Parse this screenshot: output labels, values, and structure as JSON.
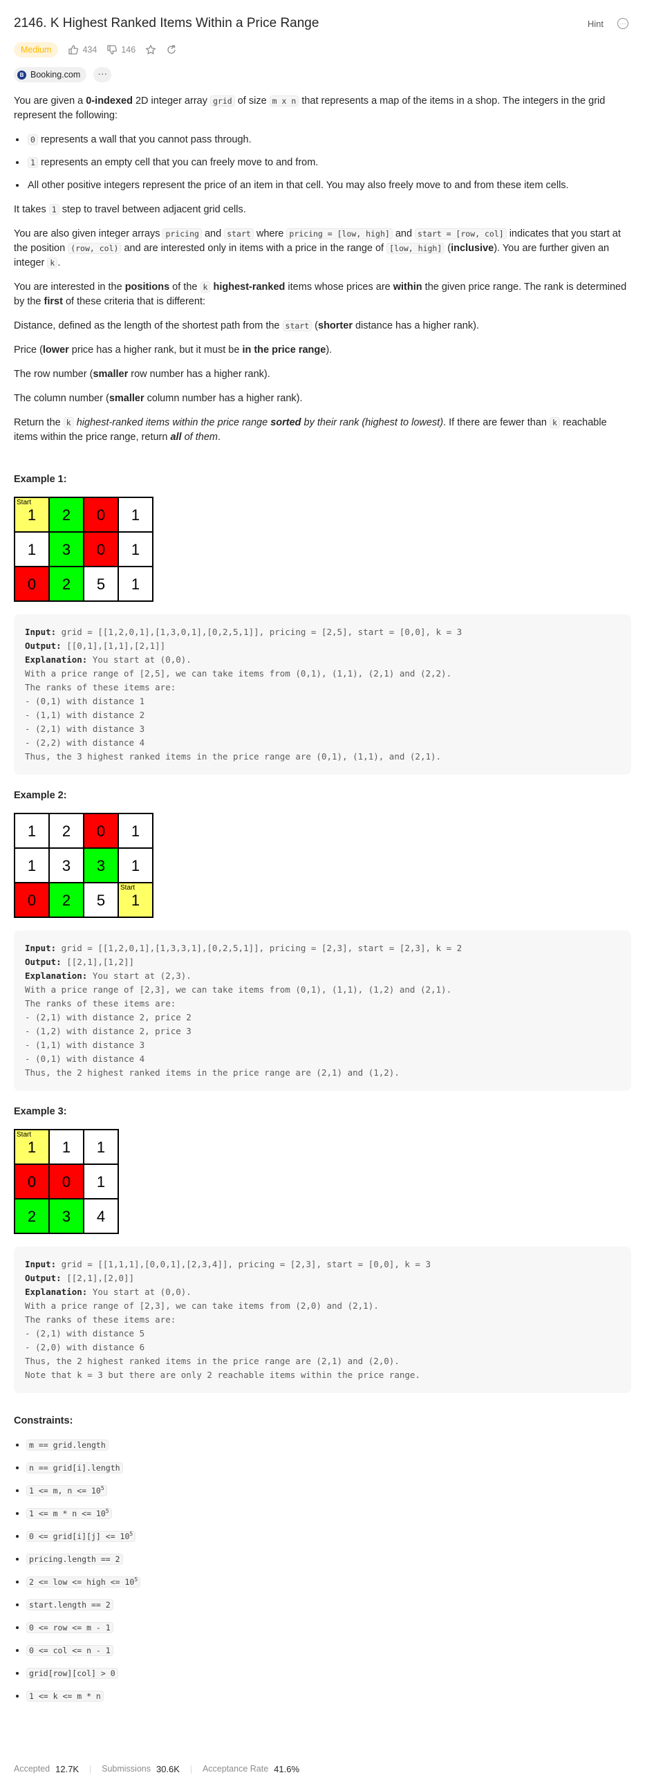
{
  "problem": {
    "title": "2146. K Highest Ranked Items Within a Price Range",
    "hint_label": "Hint",
    "difficulty": "Medium",
    "likes": "434",
    "dislikes": "146",
    "company": "Booking.com",
    "company_logo_letter": "B",
    "more_label": "···"
  },
  "description": {
    "intro": [
      "You are given a ",
      "0-indexed",
      " 2D integer array ",
      "grid",
      " of size ",
      "m x n",
      " that represents a map of the items in a shop. The integers in the grid represent the following:"
    ],
    "bullets": [
      {
        "code": "0",
        "text": " represents a wall that you cannot pass through."
      },
      {
        "code": "1",
        "text": " represents an empty cell that you can freely move to and from."
      },
      {
        "code": "",
        "text": "All other positive integers represent the price of an item in that cell. You may also freely move to and from these item cells."
      }
    ],
    "step": [
      "It takes ",
      "1",
      " step to travel between adjacent grid cells."
    ],
    "p2": [
      "You are also given integer arrays ",
      "pricing",
      " and ",
      "start",
      " where ",
      "pricing = [low, high]",
      " and ",
      "start = [row, col]",
      " indicates that you start at the position ",
      "(row, col)",
      " and are interested only in items with a price in the range of ",
      "[low, high]",
      " (",
      "inclusive",
      "). You are further given an integer ",
      "k",
      "."
    ],
    "p3": [
      "You are interested in the ",
      "positions",
      " of the ",
      "k",
      " ",
      "highest-ranked",
      " items whose prices are ",
      "within",
      " the given price range. The rank is determined by the ",
      "first",
      " of these criteria that is different:"
    ],
    "c1": [
      "Distance, defined as the length of the shortest path from the ",
      "start",
      " (",
      "shorter",
      " distance has a higher rank)."
    ],
    "c2": [
      "Price (",
      "lower",
      " price has a higher rank, but it must be ",
      "in the price range",
      ")."
    ],
    "c3": [
      "The row number (",
      "smaller",
      " row number has a higher rank)."
    ],
    "c4": [
      "The column number (",
      "smaller",
      " column number has a higher rank)."
    ],
    "ret": [
      "Return the ",
      "k",
      " ",
      "highest-ranked items within the price range ",
      "sorted",
      " by their rank (highest to lowest)",
      ". If there are fewer than ",
      "k",
      " reachable items within the price range, return ",
      "all",
      " of them",
      "."
    ]
  },
  "examples": [
    {
      "title": "Example 1:",
      "start_label": "Start",
      "grid": [
        [
          "1",
          "2",
          "0",
          "1"
        ],
        [
          "1",
          "3",
          "0",
          "1"
        ],
        [
          "0",
          "2",
          "5",
          "1"
        ]
      ],
      "colors": [
        [
          "y",
          "g",
          "r",
          "w"
        ],
        [
          "w",
          "g",
          "r",
          "w"
        ],
        [
          "r",
          "g",
          "w",
          "w"
        ]
      ],
      "start_cell": [
        0,
        0
      ],
      "input_label": "Input:",
      "input": " grid = [[1,2,0,1],[1,3,0,1],[0,2,5,1]], pricing = [2,5], start = [0,0], k = 3",
      "output_label": "Output:",
      "output": " [[0,1],[1,1],[2,1]]",
      "explanation_label": "Explanation:",
      "explanation": " You start at (0,0).\nWith a price range of [2,5], we can take items from (0,1), (1,1), (2,1) and (2,2).\nThe ranks of these items are:\n- (0,1) with distance 1\n- (1,1) with distance 2\n- (2,1) with distance 3\n- (2,2) with distance 4\nThus, the 3 highest ranked items in the price range are (0,1), (1,1), and (2,1)."
    },
    {
      "title": "Example 2:",
      "start_label": "Start",
      "grid": [
        [
          "1",
          "2",
          "0",
          "1"
        ],
        [
          "1",
          "3",
          "3",
          "1"
        ],
        [
          "0",
          "2",
          "5",
          "1"
        ]
      ],
      "colors": [
        [
          "w",
          "w",
          "r",
          "w"
        ],
        [
          "w",
          "w",
          "g",
          "w"
        ],
        [
          "r",
          "g",
          "w",
          "y"
        ]
      ],
      "start_cell": [
        2,
        3
      ],
      "input_label": "Input:",
      "input": " grid = [[1,2,0,1],[1,3,3,1],[0,2,5,1]], pricing = [2,3], start = [2,3], k = 2",
      "output_label": "Output:",
      "output": " [[2,1],[1,2]]",
      "explanation_label": "Explanation:",
      "explanation": " You start at (2,3).\nWith a price range of [2,3], we can take items from (0,1), (1,1), (1,2) and (2,1).\nThe ranks of these items are:\n- (2,1) with distance 2, price 2\n- (1,2) with distance 2, price 3\n- (1,1) with distance 3\n- (0,1) with distance 4\nThus, the 2 highest ranked items in the price range are (2,1) and (1,2)."
    },
    {
      "title": "Example 3:",
      "start_label": "Start",
      "grid": [
        [
          "1",
          "1",
          "1"
        ],
        [
          "0",
          "0",
          "1"
        ],
        [
          "2",
          "3",
          "4"
        ]
      ],
      "colors": [
        [
          "y",
          "w",
          "w"
        ],
        [
          "r",
          "r",
          "w"
        ],
        [
          "g",
          "g",
          "w"
        ]
      ],
      "start_cell": [
        0,
        0
      ],
      "input_label": "Input:",
      "input": " grid = [[1,1,1],[0,0,1],[2,3,4]], pricing = [2,3], start = [0,0], k = 3",
      "output_label": "Output:",
      "output": " [[2,1],[2,0]]",
      "explanation_label": "Explanation:",
      "explanation": " You start at (0,0).\nWith a price range of [2,3], we can take items from (2,0) and (2,1).\nThe ranks of these items are:\n- (2,1) with distance 5\n- (2,0) with distance 6\nThus, the 2 highest ranked items in the price range are (2,1) and (2,0).\nNote that k = 3 but there are only 2 reachable items within the price range."
    }
  ],
  "constraints": {
    "title": "Constraints:",
    "items": [
      {
        "code": "m == grid.length"
      },
      {
        "code": "n == grid[i].length"
      },
      {
        "code": "1 <= m, n <= 10",
        "sup": "5"
      },
      {
        "code": "1 <= m * n <= 10",
        "sup": "5"
      },
      {
        "code": "0 <= grid[i][j] <= 10",
        "sup": "5"
      },
      {
        "code": "pricing.length == 2"
      },
      {
        "code": "2 <= low <= high <= 10",
        "sup": "5"
      },
      {
        "code": "start.length == 2"
      },
      {
        "code": "0 <= row <= m - 1"
      },
      {
        "code": "0 <= col <= n - 1"
      },
      {
        "code": "grid[row][col] > 0"
      },
      {
        "code": "1 <= k <= m * n"
      }
    ]
  },
  "stats": {
    "accepted_label": "Accepted",
    "accepted": "12.7K",
    "submissions_label": "Submissions",
    "submissions": "30.6K",
    "rate_label": "Acceptance Rate",
    "rate": "41.6%"
  },
  "colors": {
    "difficulty_bg": "#fff3d9",
    "difficulty_fg": "#ffb800",
    "yellow": "#ffff66",
    "green": "#00ff00",
    "red": "#ff0000"
  }
}
